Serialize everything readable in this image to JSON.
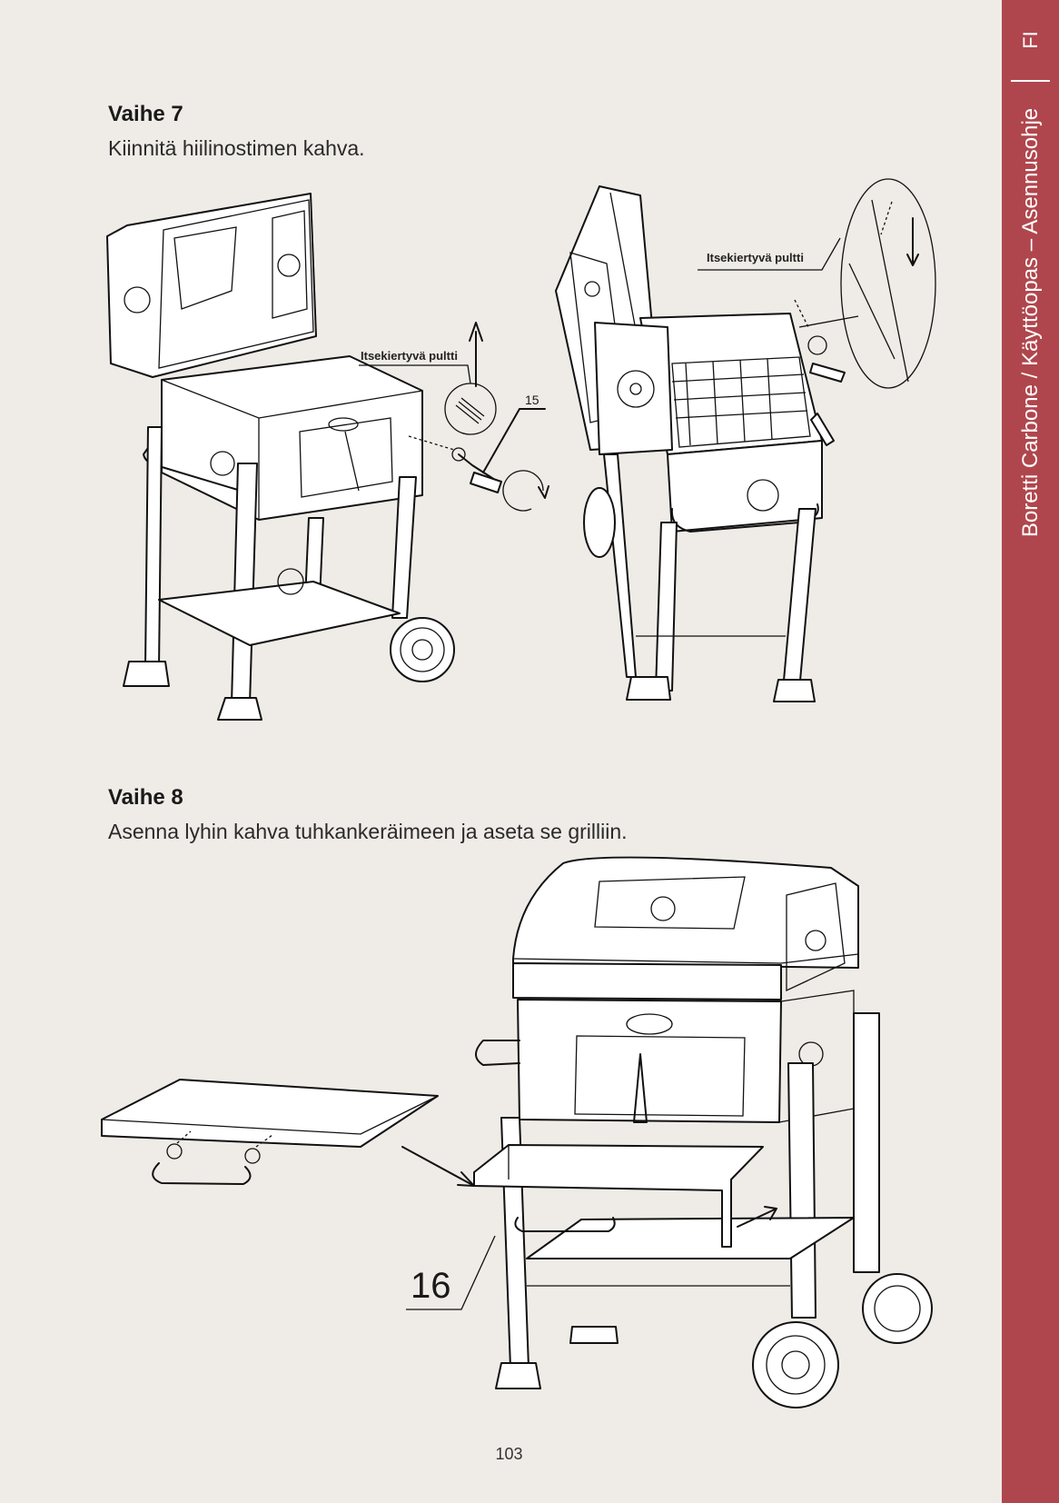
{
  "sidebar": {
    "language": "FI",
    "title": "Boretti Carbone / Käyttöopas – Asennusohje"
  },
  "step7": {
    "title": "Vaihe 7",
    "text": "Kiinnitä hiilinostimen kahva.",
    "bolt_label_left": "Itsekiertyvä pultti",
    "bolt_label_right": "Itsekiertyvä pultti",
    "part_number": "15"
  },
  "step8": {
    "title": "Vaihe 8",
    "text": "Asenna lyhin kahva tuhkankeräimeen ja aseta se grilliin.",
    "part_number": "16"
  },
  "page_number": "103",
  "colors": {
    "background": "#efebe6",
    "sidebar": "#b0464d",
    "text": "#1a1a1a"
  }
}
